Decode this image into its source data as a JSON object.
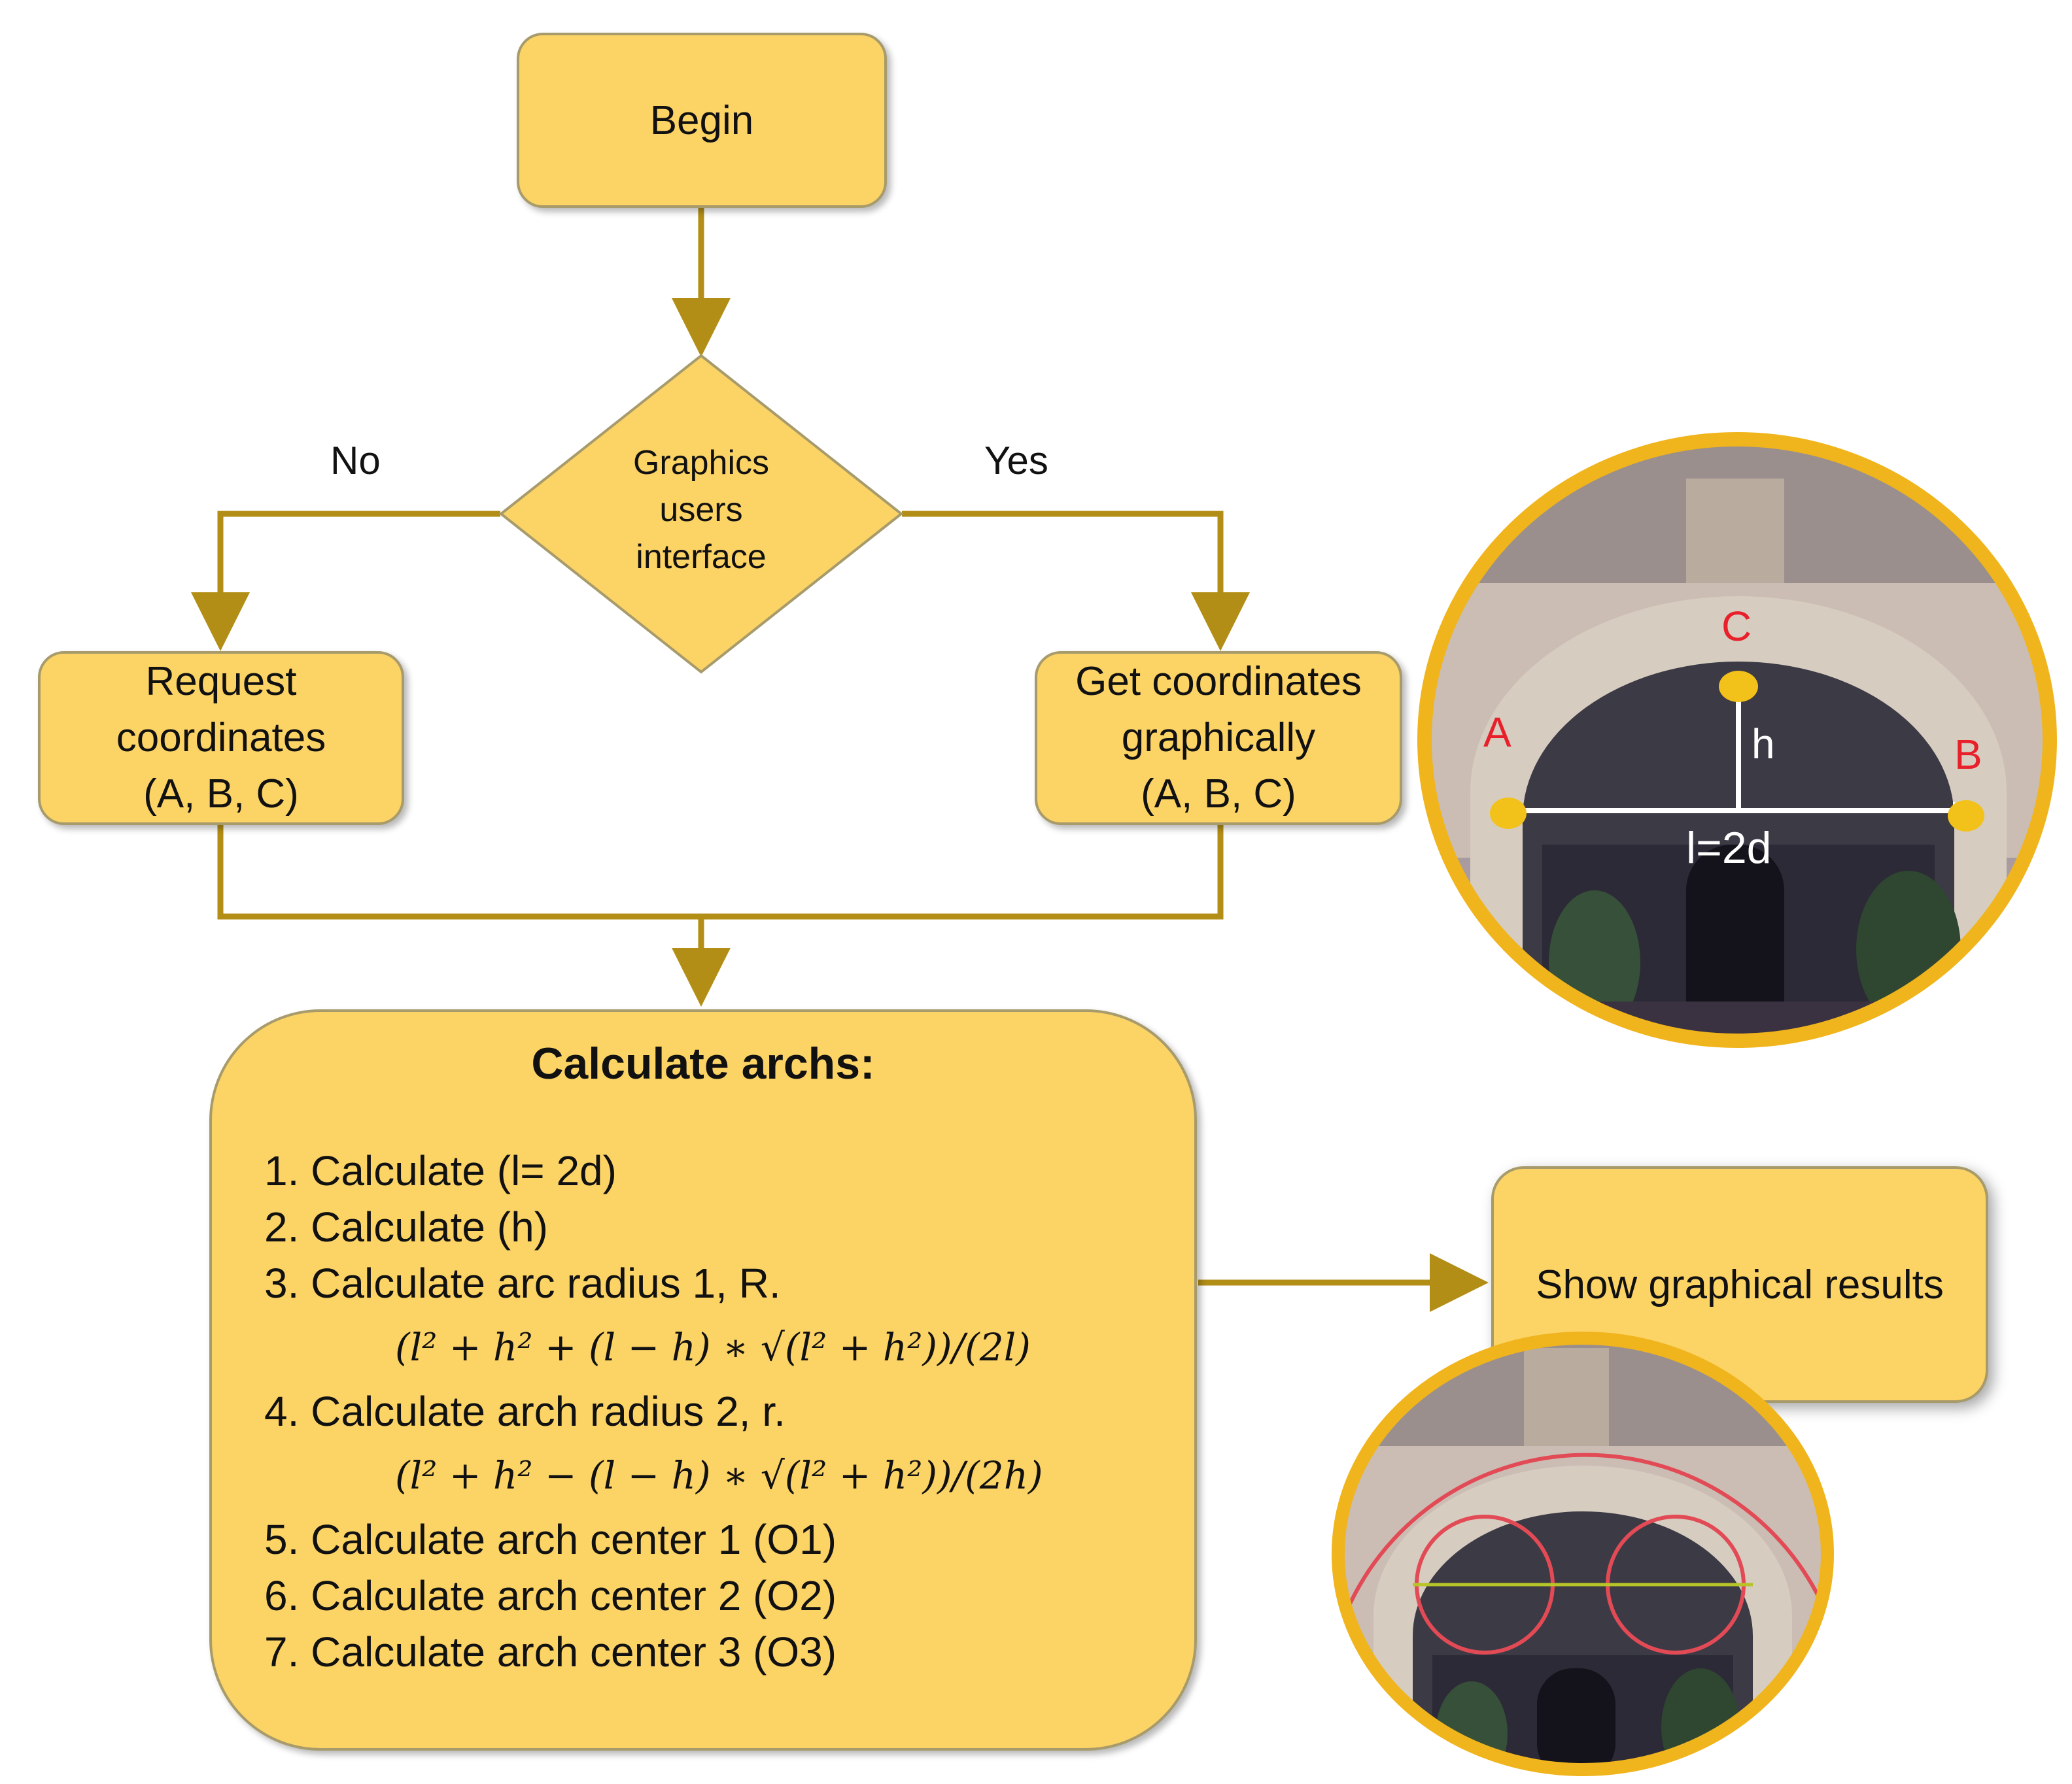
{
  "nodes": {
    "begin": "Begin",
    "decision": [
      "Graphics",
      "users",
      "interface"
    ],
    "request": [
      "Request",
      "coordinates",
      "(A, B, C)"
    ],
    "get": [
      "Get coordinates",
      "graphically",
      "(A, B, C)"
    ],
    "show": "Show graphical results"
  },
  "branches": {
    "no": "No",
    "yes": "Yes"
  },
  "calc": {
    "title": "Calculate archs:",
    "steps": [
      "1. Calculate (l= 2d)",
      "2. Calculate (h)",
      "3. Calculate arc radius 1, R.",
      "4. Calculate arch radius 2, r.",
      "5. Calculate arch center 1 (O1)",
      "6. Calculate arch center 2 (O2)",
      "7. Calculate arch center 3 (O3)"
    ],
    "formula_R": "(l² + h² + (l − h) ∗ √(l² + h²))/(2l)",
    "formula_r": "(l² + h² − (l − h) ∗ √(l² + h²))/(2h)"
  },
  "photo_labels": {
    "A": "A",
    "B": "B",
    "C": "C",
    "h": "h",
    "l": "l=2d"
  },
  "colors": {
    "box_fill": "#fcd365",
    "arrow": "#b38e16",
    "label_red": "#e8202a",
    "ring": "#f0b41c"
  }
}
